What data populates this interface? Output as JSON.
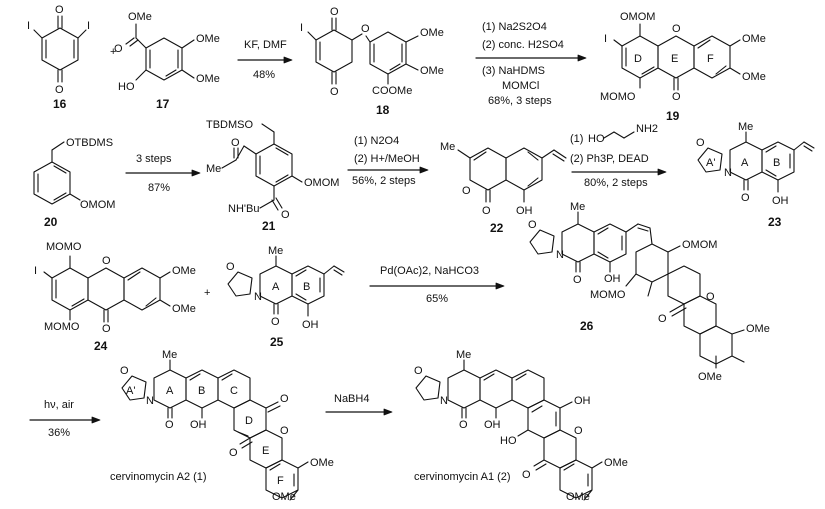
{
  "compounds": {
    "c16": "16",
    "c17": "17",
    "c18": "18",
    "c19": "19",
    "c20": "20",
    "c21": "21",
    "c22": "22",
    "c23": "23",
    "c24": "24",
    "c25": "25",
    "c26": "26",
    "c1_name": "cervinomycin A2 (1)",
    "c2_name": "cervinomycin A1 (2)"
  },
  "atoms": {
    "I": "I",
    "O": "O",
    "OMe": "OMe",
    "HO": "HO",
    "OH": "OH",
    "COOMe": "COOMe",
    "OMOM": "OMOM",
    "MOMO": "MOMO",
    "OTBDMS": "OTBDMS",
    "TBDMSO": "TBDMSO",
    "Me": "Me",
    "N": "N",
    "NH2": "NH2",
    "NHtBu": "NH'Bu",
    "plus": "+"
  },
  "rings": {
    "A": "A",
    "Ap": "A'",
    "B": "B",
    "C": "C",
    "D": "D",
    "E": "E",
    "F": "F"
  },
  "conditions": {
    "r1_top": "KF, DMF",
    "r1_bot": "48%",
    "r2_l1": "(1) Na2S2O4",
    "r2_l2": "(2) conc. H2SO4",
    "r2_l3": "(3) NaHDMS",
    "r2_l4": "MOMCl",
    "r2_l5": "68%, 3 steps",
    "r3_top": "3 steps",
    "r3_bot": "87%",
    "r4_l1": "(1) N2O4",
    "r4_l2": "(2) H+/MeOH",
    "r4_l3": "56%, 2 steps",
    "r5_l1": "(1)",
    "r5_l2": "(2) Ph3P, DEAD",
    "r5_l3": "80%, 2 steps",
    "r6_top": "Pd(OAc)2, NaHCO3",
    "r6_bot": "65%",
    "r7_top": "hν, air",
    "r7_bot": "36%",
    "r8_top": "NaBH4"
  }
}
